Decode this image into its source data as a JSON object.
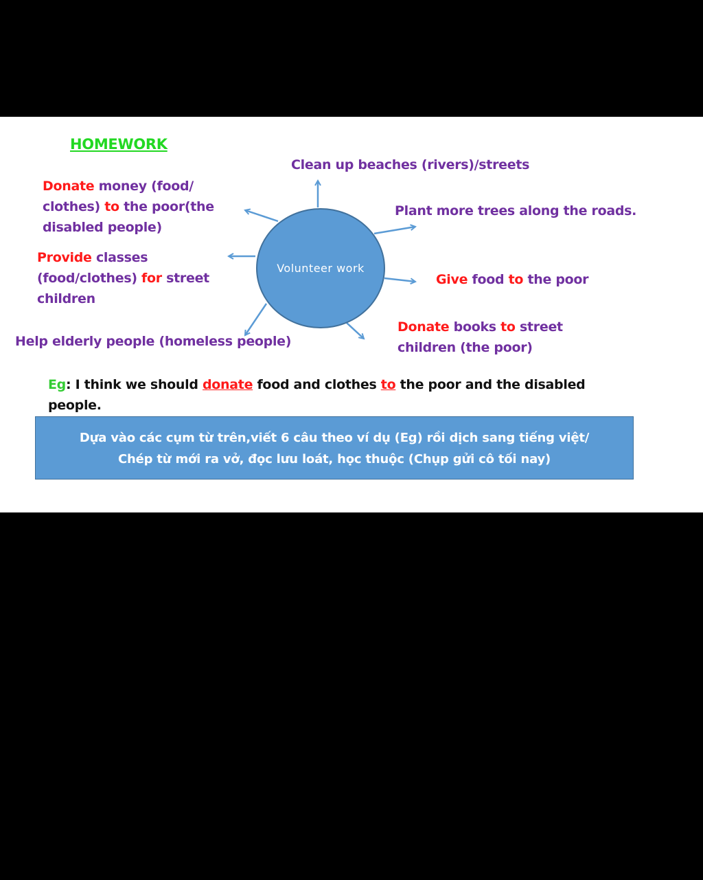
{
  "title": "HOMEWORK",
  "center": "Volunteer work",
  "branches": {
    "clean": "Clean up beaches (rivers)/streets",
    "plant": "Plant more trees along the roads.",
    "donate_money": {
      "l1_red": "Donate",
      "l1_rest": " money (food/",
      "l2_pre": "clothes) ",
      "l2_red": "to",
      "l2_post": " the poor(the",
      "l3": "disabled people)"
    },
    "provide": {
      "l1_red": "Provide",
      "l1_rest": " classes",
      "l2_pre": "(food/clothes) ",
      "l2_red": "for",
      "l2_post": " street",
      "l3": "children"
    },
    "give": {
      "red1": "Give",
      "mid": " food ",
      "red2": "to",
      "post": " the poor"
    },
    "donate_books": {
      "red1": "Donate",
      "mid": " books ",
      "red2": "to",
      "post": " street",
      "l2": "children (the poor)"
    },
    "help": "Help elderly people (homeless people)"
  },
  "example": {
    "eg": "Eg",
    "pre": ": I think we should ",
    "w1": "donate",
    "mid": " food and clothes ",
    "w2": "to",
    "post": " the poor and the disabled",
    "l2": "people."
  },
  "instruction": {
    "line1": "Dựa vào các cụm từ trên,viết 6  câu theo ví dụ (Eg) rồi dịch sang tiếng việt/",
    "line2": "Chép từ  mới ra vở, đọc lưu loát, học thuộc (Chụp gửi cô tối nay)"
  },
  "colors": {
    "circle": "#5b9bd5",
    "arrow": "#5b9bd5",
    "title": "#22d822",
    "branch_text": "#7030a0",
    "keyword": "#ff1a1a"
  }
}
